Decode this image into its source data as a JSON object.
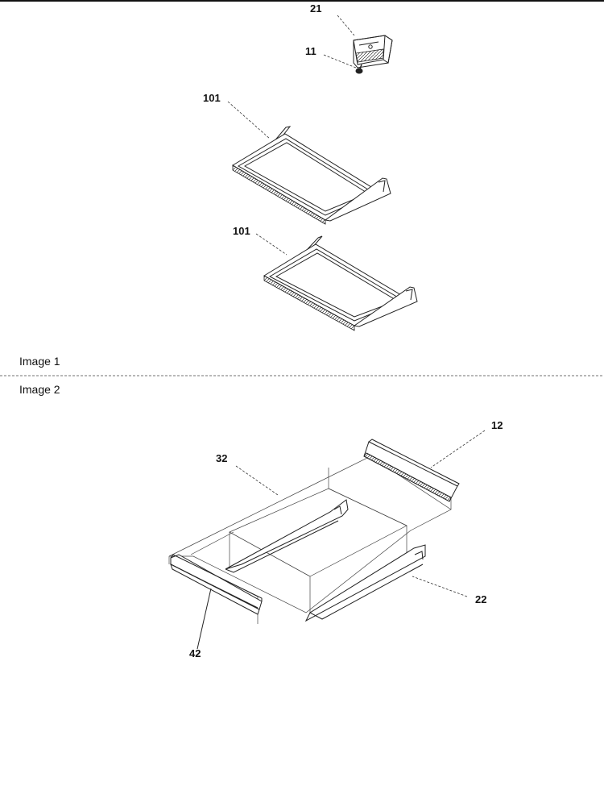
{
  "section1": {
    "caption": "Image 1",
    "callouts": {
      "bracket": "21",
      "screw": "11",
      "shelf_upper": "101",
      "shelf_lower": "101"
    }
  },
  "section2": {
    "caption": "Image 2",
    "callouts": {
      "rear_trim": "12",
      "glass": "32",
      "right_rail": "22",
      "front_trim": "42"
    }
  }
}
